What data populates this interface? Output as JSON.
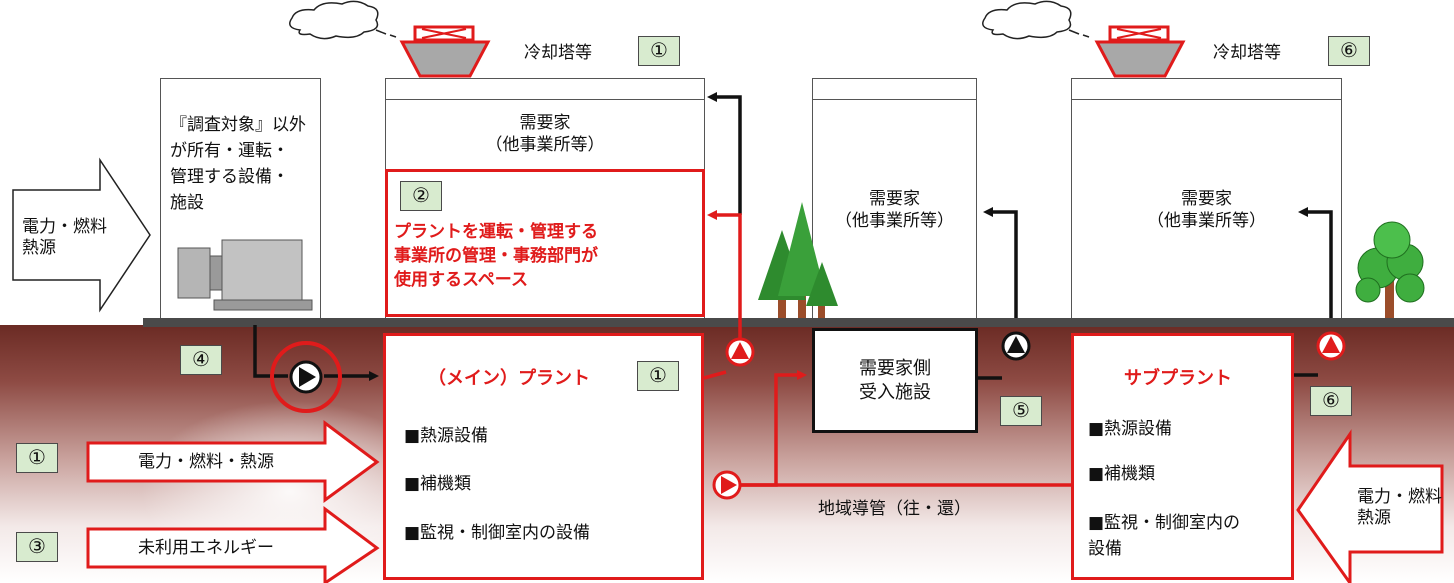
{
  "cooling_tower_label_1": "冷却塔等",
  "cooling_tower_label_2": "冷却塔等",
  "consumer_top_label": "需要家\n（他事業所等）",
  "consumer_mid_label": "需要家\n（他事業所等）",
  "consumer_right_label": "需要家\n（他事業所等）",
  "outside_facility_label": "『調査対象』以外\nが所有・運転・\n管理する設備・\n施設",
  "office_space_label": "プラントを運転・管理する\n事業所の管理・事務部門が\n使用するスペース",
  "main_plant_title": "（メイン）プラント",
  "main_plant_items": [
    "■熱源設備",
    "■補機類",
    "■監視・制御室内の設備"
  ],
  "sub_plant_title": "サブプラント",
  "sub_plant_items": [
    "■熱源設備",
    "■補機類",
    "■監視・制御室内の\n設備"
  ],
  "receiving_facility_label": "需要家側\n受入施設",
  "pipeline_label": "地域導管（往・還）",
  "input_left_label": "電力・燃料\n熱源",
  "input_right_label": "電力・燃料\n熱源",
  "input_bottom_1_label": "電力・燃料・熱源",
  "input_bottom_2_label": "未利用エネルギー",
  "badges": {
    "tower_main": "①",
    "tower_sub": "⑥",
    "office": "②",
    "outside": "④",
    "main_plant": "①",
    "receiving": "⑤",
    "sub_plant": "⑥",
    "input_1": "①",
    "input_3": "③"
  },
  "colors": {
    "plant_red": "#e01b1b",
    "badge_green": "#d8ebcf",
    "ground_dark": "#6b2b24",
    "tower_gray": "#a8a8a8",
    "tree_green": "#2e8b2e"
  }
}
